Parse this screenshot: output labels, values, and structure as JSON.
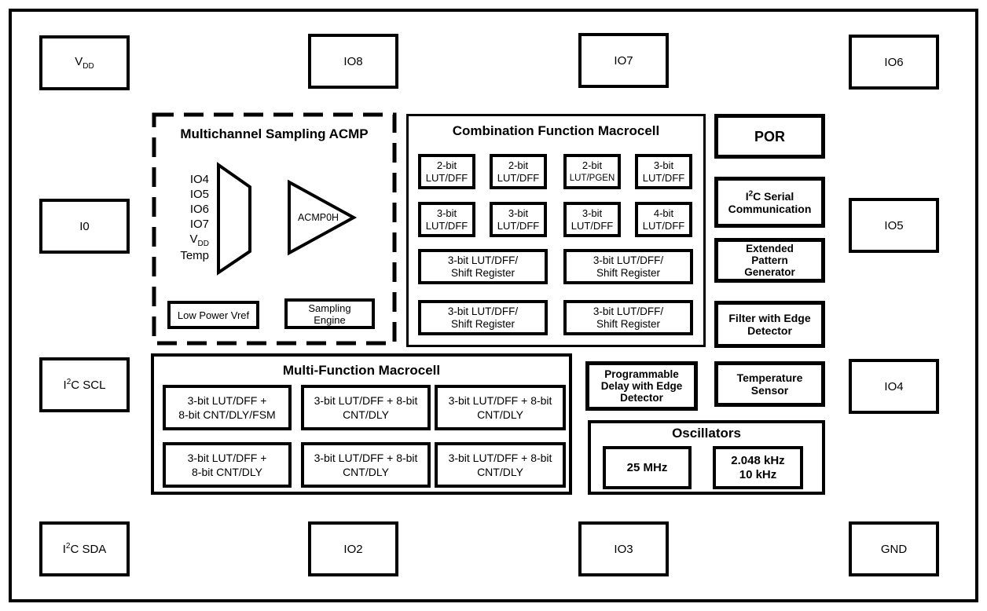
{
  "colors": {
    "ink": "#000000",
    "background": "#ffffff"
  },
  "pins": {
    "vdd": {
      "base": "V",
      "sub": "DD"
    },
    "io8": {
      "base": "IO8"
    },
    "io7": {
      "base": "IO7"
    },
    "io6": {
      "base": "IO6"
    },
    "i0": {
      "base": "I0"
    },
    "io5": {
      "base": "IO5"
    },
    "i2c_scl": {
      "base": "I",
      "sup": "2",
      "rest": "C SCL"
    },
    "io4": {
      "base": "IO4"
    },
    "i2c_sda": {
      "base": "I",
      "sup": "2",
      "rest": "C SDA"
    },
    "io2": {
      "base": "IO2"
    },
    "io3": {
      "base": "IO3"
    },
    "gnd": {
      "base": "GND"
    }
  },
  "acmp": {
    "title": "Multichannel Sampling ACMP",
    "inputs": [
      "IO4",
      "IO5",
      "IO6",
      "IO7"
    ],
    "input_vdd": {
      "base": "V",
      "sub": "DD"
    },
    "input_temp": "Temp",
    "comparator_label": "ACMP0H",
    "vref_label": "Low Power Vref",
    "sampling_engine": {
      "l1": "Sampling",
      "l2": "Engine"
    }
  },
  "combination": {
    "title": "Combination Function Macrocell",
    "row1": [
      {
        "l1": "2-bit",
        "l2": "LUT/DFF"
      },
      {
        "l1": "2-bit",
        "l2": "LUT/DFF"
      },
      {
        "l1": "2-bit",
        "l2": "LUT/PGEN"
      },
      {
        "l1": "3-bit",
        "l2": "LUT/DFF"
      }
    ],
    "row2": [
      {
        "l1": "3-bit",
        "l2": "LUT/DFF"
      },
      {
        "l1": "3-bit",
        "l2": "LUT/DFF"
      },
      {
        "l1": "3-bit",
        "l2": "LUT/DFF"
      },
      {
        "l1": "4-bit",
        "l2": "LUT/DFF"
      }
    ],
    "shift": {
      "l1": "3-bit LUT/DFF/",
      "l2": "Shift Register"
    }
  },
  "multifunction": {
    "title": "Multi-Function Macrocell",
    "row1": [
      {
        "l1": "3-bit LUT/DFF +",
        "l2": "8-bit CNT/DLY/FSM"
      },
      {
        "l1": "3-bit LUT/DFF + 8-bit",
        "l2": "CNT/DLY"
      },
      {
        "l1": "3-bit LUT/DFF + 8-bit",
        "l2": "CNT/DLY"
      }
    ],
    "row2": [
      {
        "l1": "3-bit LUT/DFF +",
        "l2": "8-bit CNT/DLY"
      },
      {
        "l1": "3-bit LUT/DFF + 8-bit",
        "l2": "CNT/DLY"
      },
      {
        "l1": "3-bit LUT/DFF + 8-bit",
        "l2": "CNT/DLY"
      }
    ]
  },
  "right_column": {
    "por": "POR",
    "i2c": {
      "l1a": "I",
      "l1sup": "2",
      "l1b": "C Serial",
      "l2": "Communication"
    },
    "epg": {
      "l1": "Extended",
      "l2": "Pattern",
      "l3": "Generator"
    },
    "filter": {
      "l1": "Filter with Edge",
      "l2": "Detector"
    }
  },
  "pdelay": {
    "l1": "Programmable",
    "l2": "Delay with Edge",
    "l3": "Detector"
  },
  "tsensor": {
    "l1": "Temperature",
    "l2": "Sensor"
  },
  "oscillators": {
    "title": "Oscillators",
    "osc1": "25 MHz",
    "osc2": {
      "l1": "2.048 kHz",
      "l2": "10 kHz"
    }
  }
}
